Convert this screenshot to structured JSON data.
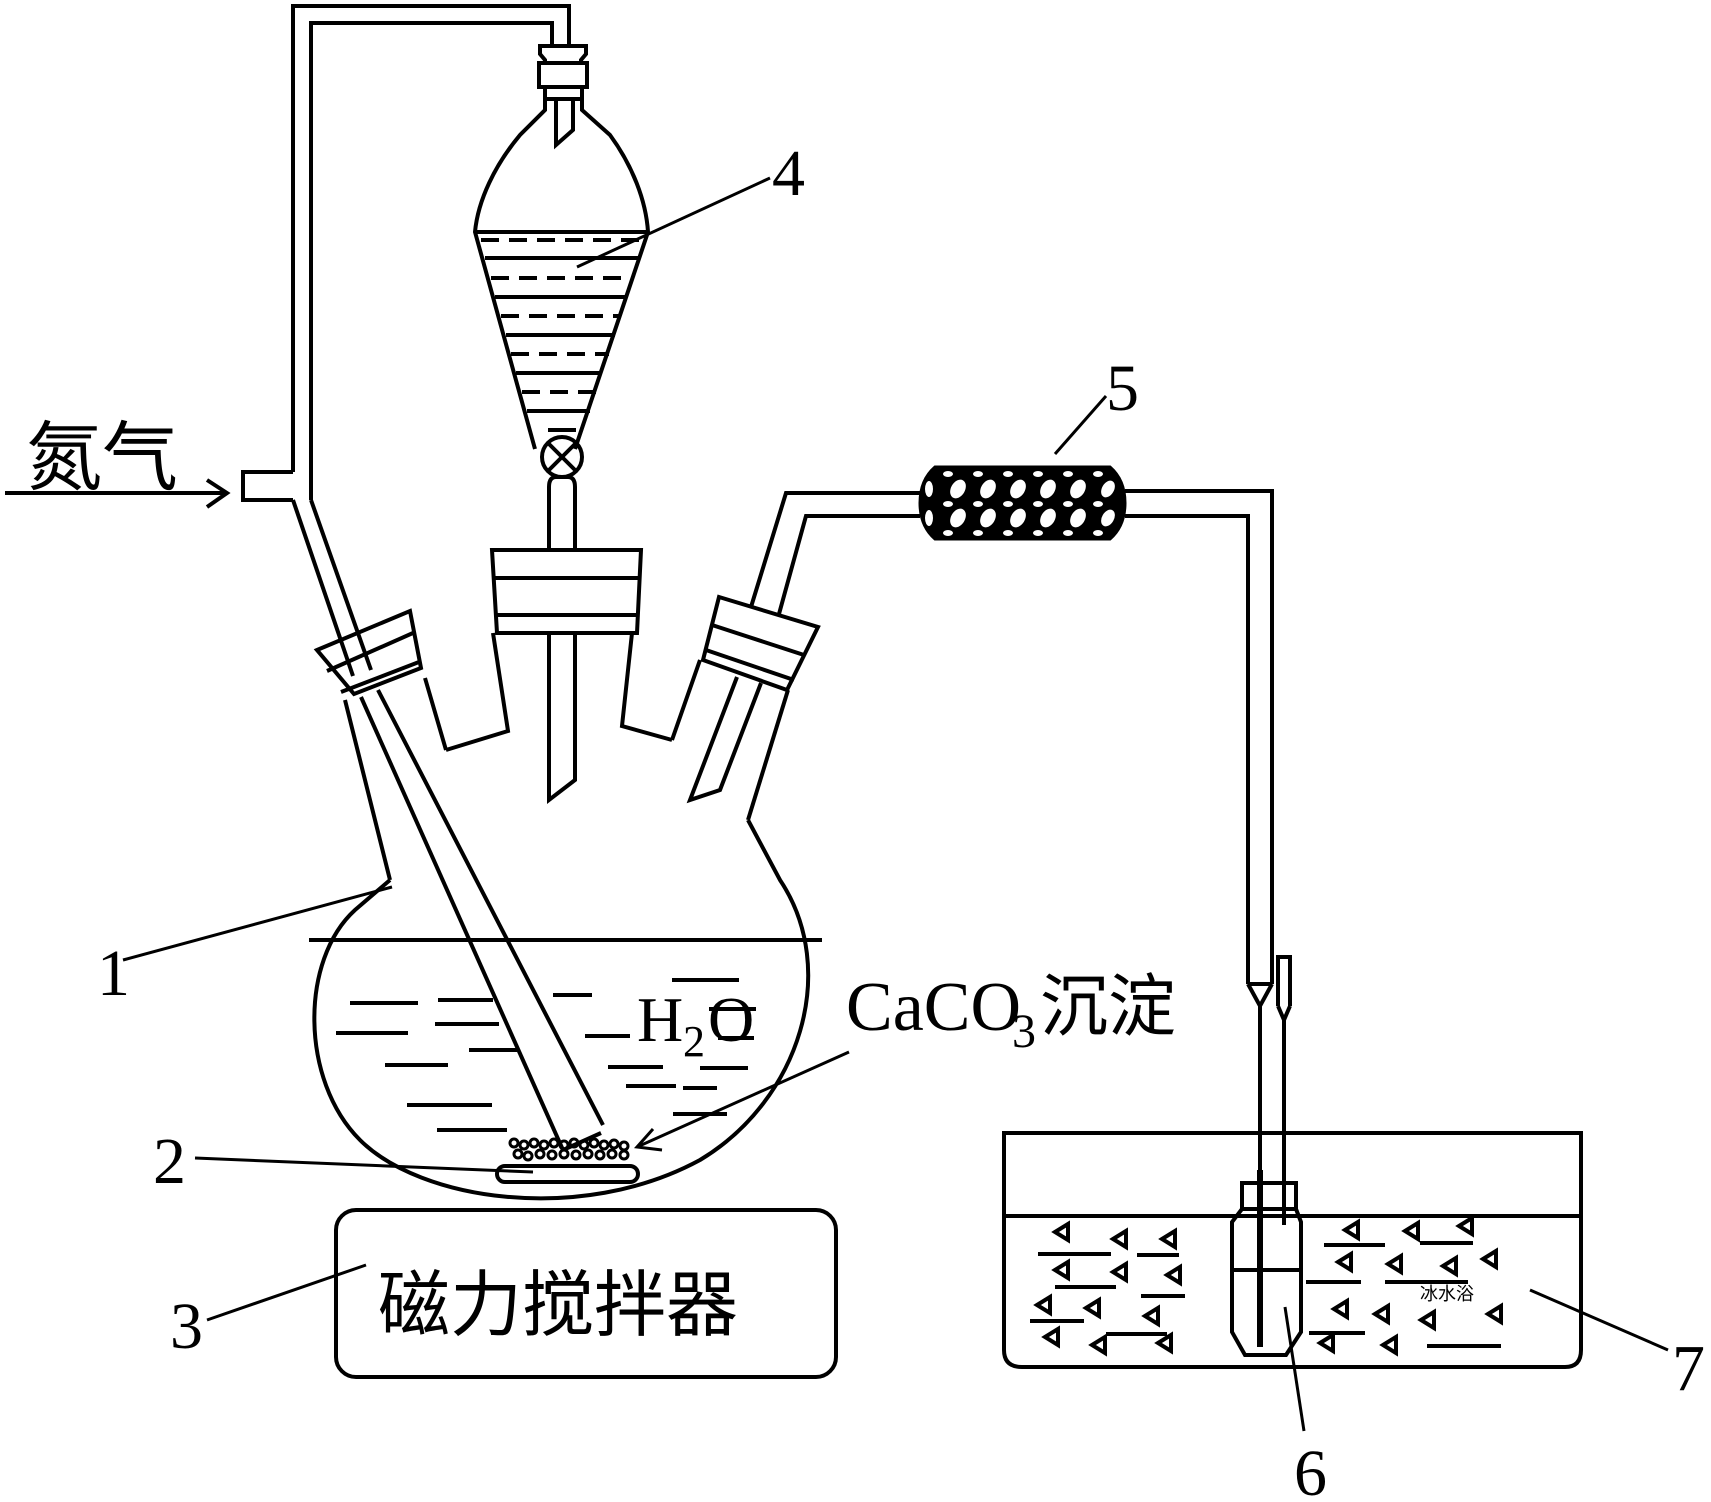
{
  "diagram": {
    "title": "",
    "colors": {
      "stroke": "#000000",
      "background": "#ffffff"
    },
    "labels": {
      "gas_inlet": "氮气",
      "precipitate_formula_main": "CaCO",
      "precipitate_formula_sub": "3",
      "precipitate_text": "沉淀",
      "water_H": "H",
      "water_sub": "2",
      "water_O": "O",
      "stirrer": "磁力搅拌器",
      "ice_bath": "冰水浴"
    },
    "callouts": [
      {
        "id": "1",
        "text": "1",
        "refers_to": "three-neck-flask"
      },
      {
        "id": "2",
        "text": "2",
        "refers_to": "stir-bar"
      },
      {
        "id": "3",
        "text": "3",
        "refers_to": "magnetic-stirrer"
      },
      {
        "id": "4",
        "text": "4",
        "refers_to": "separatory-funnel"
      },
      {
        "id": "5",
        "text": "5",
        "refers_to": "drying-tube"
      },
      {
        "id": "6",
        "text": "6",
        "refers_to": "collection-bottle"
      },
      {
        "id": "7",
        "text": "7",
        "refers_to": "ice-water-bath"
      }
    ]
  }
}
